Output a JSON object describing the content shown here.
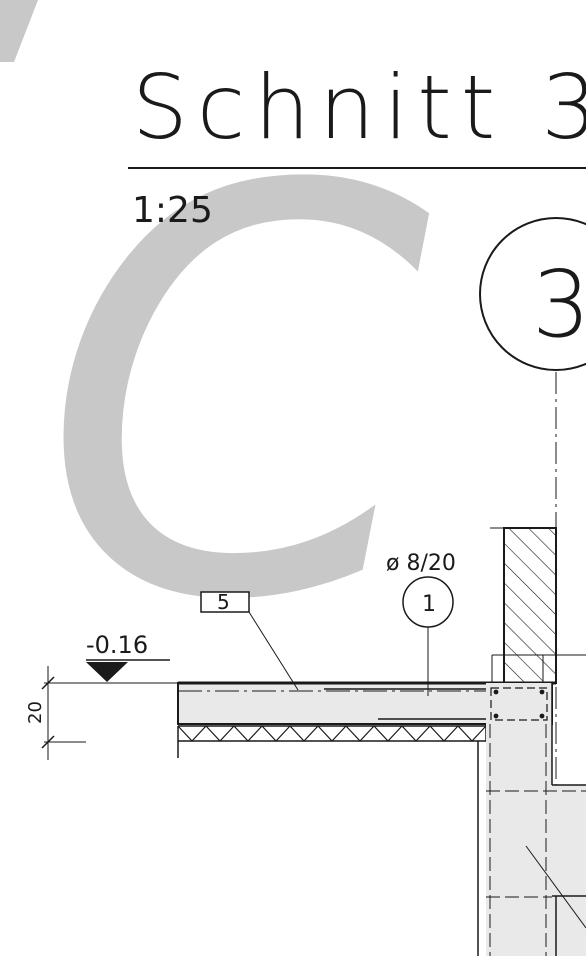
{
  "drawing": {
    "title": "Schnitt 3-",
    "scale": "1:25",
    "section_marker": "3",
    "rebar_label": "ø 8/20",
    "position_number": "1",
    "part_tag": "5",
    "elevation": "-0.16",
    "dimension": "20"
  },
  "watermark": {
    "letter": "C",
    "color": "#c8c8c8"
  },
  "colors": {
    "line": "#1a1a1a",
    "concrete_fill": "#e9e9e9",
    "background": "#ffffff"
  }
}
